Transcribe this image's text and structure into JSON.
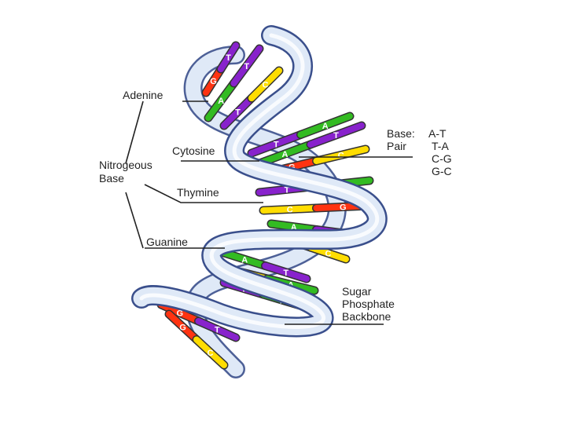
{
  "labels": {
    "adenine": "Adenine",
    "cytosine": "Cytosine",
    "thymine": "Thymine",
    "guanine": "Guanine",
    "nitrogeous_line1": "Nitrogeous",
    "nitrogeous_line2": "Base",
    "sugar_line1": "Sugar",
    "sugar_line2": "Phosphate",
    "sugar_line3": "Backbone",
    "base_pair_base": "Base:",
    "base_pair_pair": "Pair",
    "pairs": [
      "A-T",
      "T-A",
      "C-G",
      "G-C"
    ]
  },
  "colors": {
    "adenine": "#33bb22",
    "thymine": "#8822cc",
    "cytosine": "#ffdd00",
    "guanine": "#ff3311",
    "backbone_fill": "#dfe9f7",
    "backbone_stroke": "#3a4f8c"
  },
  "rungs": [
    {
      "letters": [
        "G",
        "T"
      ]
    },
    {
      "letters": [
        "A",
        "T"
      ]
    },
    {
      "letters": [
        "T",
        "C"
      ]
    },
    {
      "letters": [
        "C",
        "G"
      ]
    },
    {
      "letters": [
        "T",
        "A"
      ]
    },
    {
      "letters": [
        "A",
        "T"
      ]
    },
    {
      "letters": [
        "G",
        "C"
      ]
    },
    {
      "letters": [
        "T",
        "A"
      ]
    },
    {
      "letters": [
        "C",
        "G"
      ]
    },
    {
      "letters": [
        "A",
        "T"
      ]
    },
    {
      "letters": [
        "G",
        "C"
      ]
    },
    {
      "letters": [
        "A",
        "T"
      ]
    },
    {
      "letters": [
        "C",
        "A"
      ]
    },
    {
      "letters": [
        "T",
        "A"
      ]
    },
    {
      "letters": [
        "G",
        "T"
      ]
    },
    {
      "letters": [
        "G",
        "C"
      ]
    }
  ]
}
